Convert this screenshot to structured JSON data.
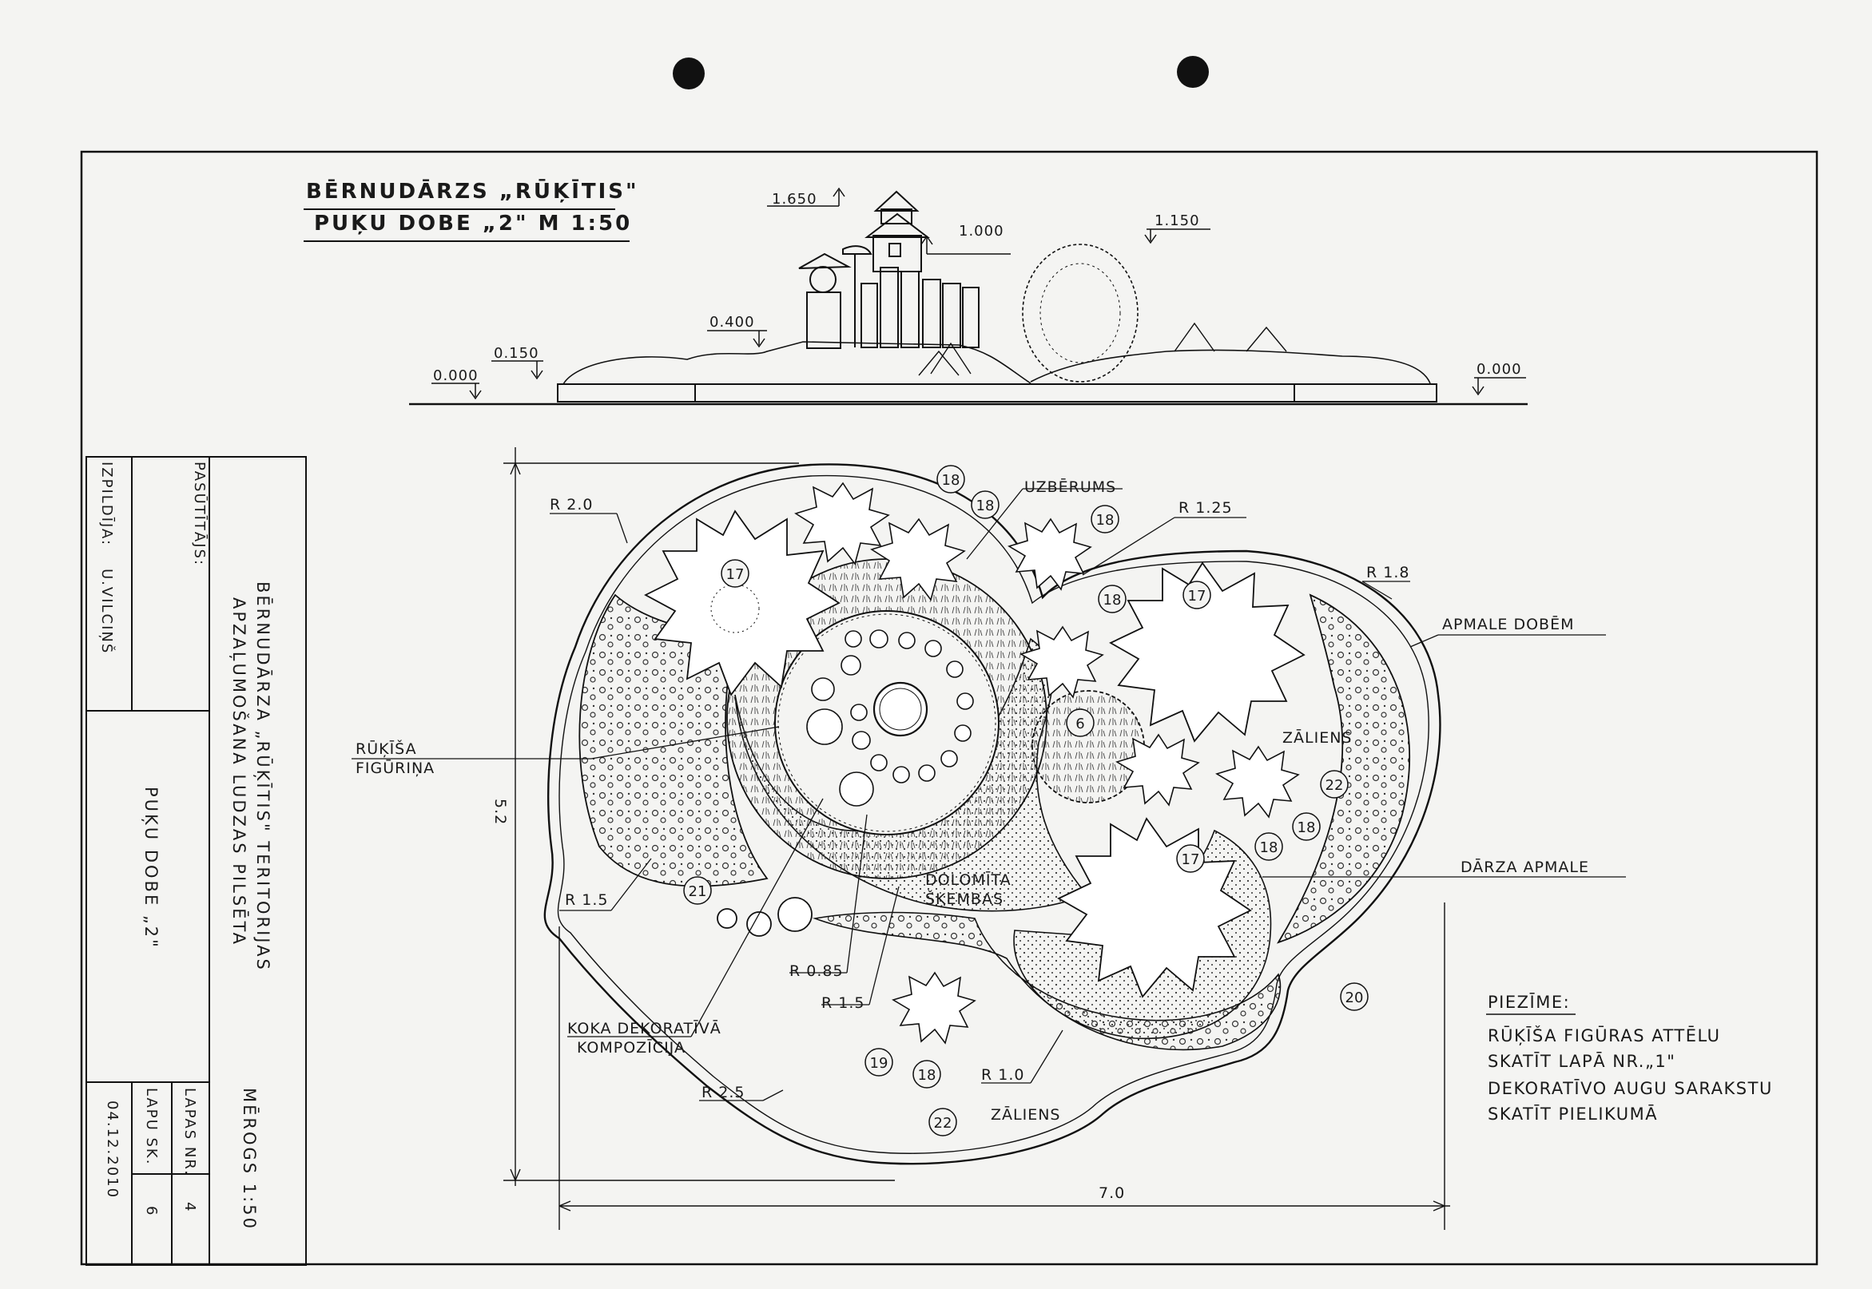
{
  "title": {
    "line1": "BĒRNUDĀRZS „RŪĶĪTIS\"",
    "line2": "PUĶU DOBE „2\"   M 1:50"
  },
  "elevation": {
    "levels": [
      "1.650",
      "1.000",
      "1.150",
      "0.400",
      "0.150",
      "0.000",
      "0.000"
    ]
  },
  "plan": {
    "labels": {
      "uzberums": "UZBĒRUMS",
      "r20": "R 2.0",
      "r125": "R 1.25",
      "r18": "R 1.8",
      "apmale_dobem": "APMALE DOBĒM",
      "zaliens_right": "ZĀLIENS",
      "darza_apmale": "DĀRZA APMALE",
      "rukisa_line1": "RŪĶĪŠA",
      "rukisa_line2": "FIGŪRIŅA",
      "dolomita_line1": "DOLOMĪTA",
      "dolomita_line2": "ŠĶEMBAS",
      "r15_left": "R 1.5",
      "r085": "R 0.85",
      "r15_center": "R 1.5",
      "koka_line1": "KOKA DEKORATĪVĀ",
      "koka_line2": "KOMPOZĪCIJA",
      "r25": "R 2.5",
      "r10": "R 1.0",
      "zaliens_bottom": "ZĀLIENS",
      "dim_h": "7.0",
      "dim_v": "5.2"
    },
    "markers": [
      "18",
      "18",
      "18",
      "17",
      "18",
      "17",
      "6",
      "22",
      "18",
      "17",
      "18",
      "21",
      "20",
      "19",
      "18",
      "22"
    ]
  },
  "note": {
    "heading": "PIEZĪME:",
    "lines": [
      "RŪĶĪŠA FIGŪRAS ATTĒLU",
      "SKATĪT LAPĀ NR.„1\"",
      "DEKORATĪVO AUGU SARAKSTU",
      "SKATĪT PIELIKUMĀ"
    ]
  },
  "title_block": {
    "izpildija_label": "IZPILDĪJA:",
    "izpildija_value": "U.VILCIŅŠ",
    "pasutitajs_label": "PASŪTĪTĀJS:",
    "project_line1": "BĒRNUDĀRZA „RŪĶĪTIS\" TERITORIJAS",
    "project_line2": "APZAĻUMOŠANA LUDZAS PILSĒTA",
    "sheet_name": "PUĶU DOBE „2\"",
    "date": "04.12.2010",
    "lapu_sk_label": "LAPU SK.",
    "lapu_sk_value": "6",
    "lapas_nr_label": "LAPAS NR.",
    "lapas_nr_value": "4",
    "merogs": "MĒROGS 1:50"
  }
}
